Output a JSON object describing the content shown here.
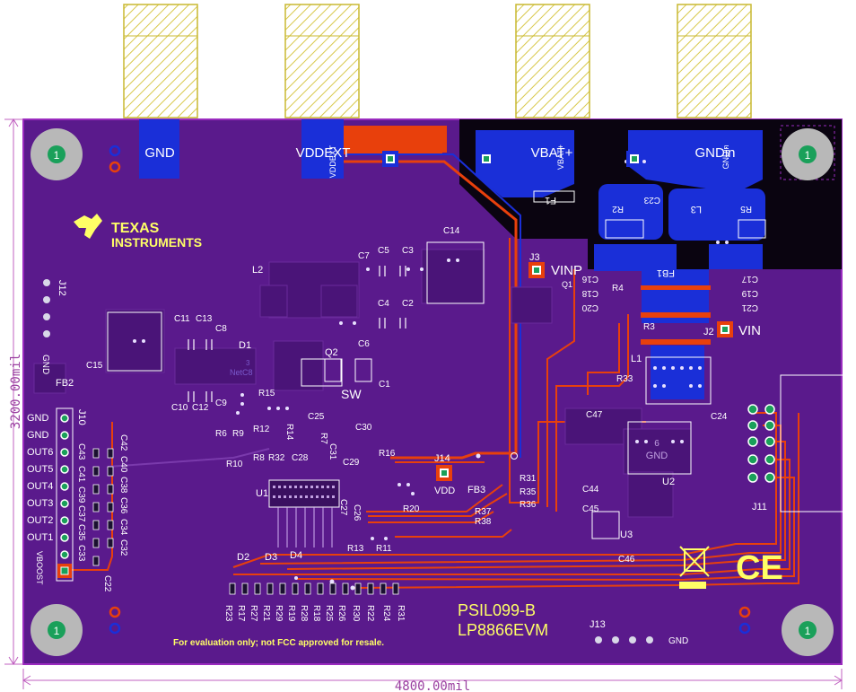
{
  "board": {
    "dimension_width": "4800.00mil",
    "dimension_height": "3200.00mil",
    "title_line1": "PSIL099-B",
    "title_line2": "LP8866EVM",
    "disclaimer": "For evaluation only; not FCC approved for resale.",
    "logo_line1": "TEXAS",
    "logo_line2": "INSTRUMENTS",
    "ce_mark": "CE",
    "colors": {
      "board": "#5a1a8c",
      "top_copper": "#e8400c",
      "bottom_copper": "#1a2fd8",
      "dimension": "#c060c0",
      "silk": "#ffffff",
      "silk_alt": "#ffff66",
      "keepout": "#d8c84a"
    }
  },
  "connectors": {
    "top": [
      "GND",
      "VDDEXT",
      "VBAT+",
      "GNDin"
    ],
    "top_small": [
      "VDDEXT",
      "VBAT+",
      "GNDin"
    ]
  },
  "mounting_holes": [
    "1",
    "1",
    "1",
    "1"
  ],
  "labels": {
    "vinp": "VINP",
    "vin": "VIN",
    "vdd": "VDD",
    "gnd": "GND",
    "sw": "SW",
    "netc8": "NetC8",
    "j10_pins": [
      "GND",
      "GND",
      "OUT6",
      "OUT5",
      "OUT4",
      "OUT3",
      "OUT2",
      "OUT1",
      "VBOOST"
    ],
    "j13_label": "GND"
  },
  "refdes": {
    "j": [
      "J12",
      "J10",
      "J3",
      "J2",
      "J14",
      "J11",
      "J13"
    ],
    "ic": [
      "U1",
      "U2",
      "U3",
      "Q1",
      "Q2",
      "D1",
      "D2",
      "D3",
      "D4"
    ],
    "l": [
      "L2",
      "L1",
      "L3",
      "FB1",
      "FB2",
      "FB3",
      "F1"
    ],
    "c_top": [
      "C7",
      "C5",
      "C3",
      "C14",
      "C4",
      "C2",
      "C6",
      "C11",
      "C13",
      "C8",
      "C15",
      "C10",
      "C12",
      "C9",
      "C25",
      "C30",
      "C31",
      "C28",
      "C29",
      "C1",
      "C47",
      "C44",
      "C45",
      "C46",
      "C24",
      "C27",
      "C26"
    ],
    "c_mirror": [
      "C23",
      "C16",
      "C18",
      "C20",
      "C17",
      "C19",
      "C21",
      "C22"
    ],
    "c_column": [
      "C43",
      "C41",
      "C39",
      "C37",
      "C35",
      "C33",
      "C42",
      "C40",
      "C38",
      "C36",
      "C34",
      "C32"
    ],
    "r": [
      "R15",
      "R12",
      "R14",
      "R7",
      "R6",
      "R9",
      "R8",
      "R32",
      "R10",
      "R16",
      "R4",
      "R3",
      "R33",
      "R2",
      "R5",
      "R31",
      "R35",
      "R36",
      "R37",
      "R38",
      "R20",
      "R13",
      "R11"
    ],
    "r_bottom": [
      "R23",
      "R17",
      "R27",
      "R21",
      "R29",
      "R19",
      "R28",
      "R18",
      "R25",
      "R26",
      "R30",
      "R22",
      "R24",
      "R31"
    ],
    "u2_pad": "6",
    "u2_pad_name": "GND",
    "d1_pad": "3"
  }
}
